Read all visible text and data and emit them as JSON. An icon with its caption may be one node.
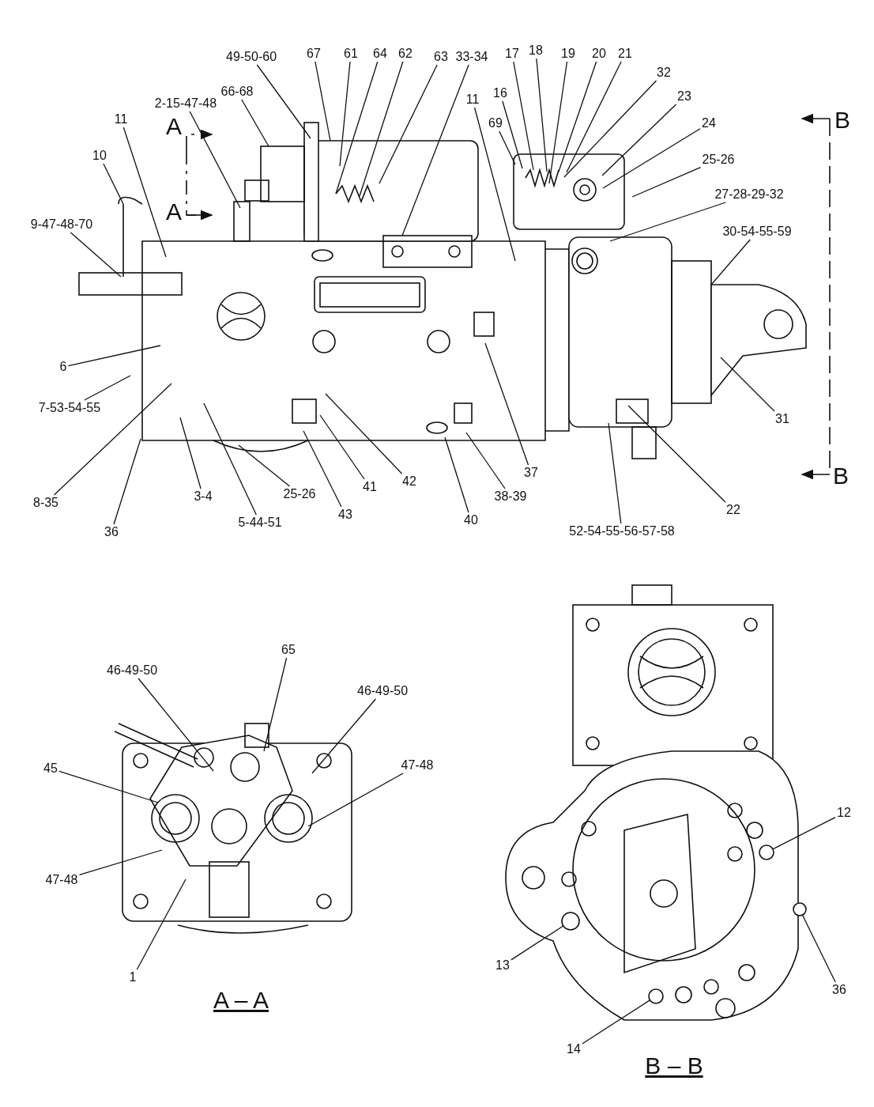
{
  "diagram": {
    "nodes": [
      {
        "text": [
          "49-50-60"
        ]
      },
      {
        "text": [
          "67"
        ]
      },
      {
        "text": [
          "61"
        ]
      },
      {
        "text": [
          "64"
        ]
      },
      {
        "text": [
          "62"
        ]
      },
      {
        "text": [
          "63"
        ]
      },
      {
        "text": [
          "33-34"
        ]
      },
      {
        "text": [
          "17"
        ]
      },
      {
        "text": [
          "18"
        ]
      },
      {
        "text": [
          "19"
        ]
      },
      {
        "text": [
          "20"
        ]
      },
      {
        "text": [
          "21"
        ]
      },
      {
        "text": [
          "32"
        ]
      },
      {
        "text": [
          "23"
        ]
      },
      {
        "text": [
          "24"
        ]
      },
      {
        "text": [
          "25-26"
        ]
      },
      {
        "text": [
          "16"
        ]
      },
      {
        "text": [
          "11"
        ]
      },
      {
        "text": [
          "69"
        ]
      },
      {
        "text": [
          "27-28-29-32"
        ]
      },
      {
        "text": [
          "30-54-55-59"
        ]
      },
      {
        "text": [
          "66-68"
        ]
      },
      {
        "text": [
          "2-15-47-48"
        ]
      },
      {
        "text": [
          "11"
        ]
      },
      {
        "text": [
          "10"
        ]
      },
      {
        "text": [
          "9-47-48-70"
        ]
      },
      {
        "text": [
          "6"
        ]
      },
      {
        "text": [
          "7-53-54-55"
        ]
      },
      {
        "text": [
          "8-35"
        ]
      },
      {
        "text": [
          "36"
        ]
      },
      {
        "text": [
          "3-4"
        ]
      },
      {
        "text": [
          "5-44-51"
        ]
      },
      {
        "text": [
          "25-26"
        ]
      },
      {
        "text": [
          "43"
        ]
      },
      {
        "text": [
          "41"
        ]
      },
      {
        "text": [
          "42"
        ]
      },
      {
        "text": [
          "40"
        ]
      },
      {
        "text": [
          "38-39"
        ]
      },
      {
        "text": [
          "37"
        ]
      },
      {
        "text": [
          "52-54-55-56-57-58"
        ]
      },
      {
        "text": [
          "22"
        ]
      },
      {
        "text": [
          "31"
        ]
      },
      {
        "text": [
          "65"
        ]
      },
      {
        "text": [
          "46-49-50"
        ]
      },
      {
        "text": [
          "46-49-50"
        ]
      },
      {
        "text": [
          "45"
        ]
      },
      {
        "text": [
          "47-48"
        ]
      },
      {
        "text": [
          "47-48"
        ]
      },
      {
        "text": [
          "1"
        ]
      },
      {
        "text": [
          "12"
        ]
      },
      {
        "text": [
          "13"
        ]
      },
      {
        "text": [
          "36"
        ]
      },
      {
        "text": [
          "14"
        ]
      },
      {
        "text": [],
        "shape": "circle"
      },
      {
        "text": [],
        "shape": "circle"
      },
      {
        "text": [],
        "shape": "circle"
      },
      {
        "text": [],
        "shape": "circle"
      }
    ],
    "edges": [
      {
        "from": 0,
        "to": null,
        "arrow": "none"
      },
      {
        "from": 1,
        "to": null,
        "arrow": "none"
      },
      {
        "from": 2,
        "to": null,
        "arrow": "none"
      },
      {
        "from": 3,
        "to": null,
        "arrow": "none"
      },
      {
        "from": 4,
        "to": null,
        "arrow": "none"
      },
      {
        "from": 5,
        "to": null,
        "arrow": "none"
      },
      {
        "from": 6,
        "to": null,
        "arrow": "none"
      },
      {
        "from": 7,
        "to": null,
        "arrow": "none"
      },
      {
        "from": 8,
        "to": null,
        "arrow": "none"
      },
      {
        "from": 9,
        "to": null,
        "arrow": "none"
      },
      {
        "from": 10,
        "to": null,
        "arrow": "none"
      },
      {
        "from": 11,
        "to": null,
        "arrow": "none"
      },
      {
        "from": 12,
        "to": null,
        "arrow": "none"
      },
      {
        "from": 13,
        "to": null,
        "arrow": "none"
      },
      {
        "from": 14,
        "to": null,
        "arrow": "none"
      },
      {
        "from": 15,
        "to": null,
        "arrow": "none"
      },
      {
        "from": 16,
        "to": null,
        "arrow": "none"
      },
      {
        "from": 17,
        "to": null,
        "arrow": "none"
      },
      {
        "from": 18,
        "to": null,
        "arrow": "none"
      },
      {
        "from": 19,
        "to": null,
        "arrow": "none"
      },
      {
        "from": 20,
        "to": null,
        "arrow": "none"
      },
      {
        "from": 21,
        "to": null,
        "arrow": "none"
      },
      {
        "from": 22,
        "to": null,
        "arrow": "none"
      },
      {
        "from": 23,
        "to": null,
        "arrow": "none"
      },
      {
        "from": 24,
        "to": null,
        "arrow": "none"
      },
      {
        "from": 25,
        "to": null,
        "arrow": "none"
      },
      {
        "from": 26,
        "to": null,
        "arrow": "none"
      },
      {
        "from": 27,
        "to": null,
        "arrow": "none"
      },
      {
        "from": 28,
        "to": null,
        "arrow": "none"
      },
      {
        "from": 29,
        "to": null,
        "arrow": "none"
      },
      {
        "from": 30,
        "to": null,
        "arrow": "none"
      },
      {
        "from": 31,
        "to": null,
        "arrow": "none"
      },
      {
        "from": 32,
        "to": null,
        "arrow": "none"
      },
      {
        "from": 33,
        "to": null,
        "arrow": "none"
      },
      {
        "from": 34,
        "to": null,
        "arrow": "none"
      },
      {
        "from": 35,
        "to": null,
        "arrow": "none"
      },
      {
        "from": 36,
        "to": null,
        "arrow": "none"
      },
      {
        "from": 37,
        "to": null,
        "arrow": "none"
      },
      {
        "from": 38,
        "to": null,
        "arrow": "none"
      },
      {
        "from": 39,
        "to": null,
        "arrow": "none"
      },
      {
        "from": 40,
        "to": null,
        "arrow": "none"
      },
      {
        "from": 41,
        "to": null,
        "arrow": "none"
      },
      {
        "from": 42,
        "to": null,
        "arrow": "none"
      },
      {
        "from": 43,
        "to": null,
        "arrow": "none"
      },
      {
        "from": 44,
        "to": null,
        "arrow": "none"
      },
      {
        "from": 45,
        "to": null,
        "arrow": "none"
      },
      {
        "from": 46,
        "to": null,
        "arrow": "none"
      },
      {
        "from": 47,
        "to": null,
        "arrow": "none"
      },
      {
        "from": 48,
        "to": null,
        "arrow": "none"
      },
      {
        "from": 49,
        "to": 53,
        "arrow": "none"
      },
      {
        "from": 50,
        "to": 54,
        "arrow": "none"
      },
      {
        "from": 51,
        "to": 55,
        "arrow": "none"
      },
      {
        "from": 52,
        "to": 56,
        "arrow": "none"
      }
    ],
    "labels": [
      "A",
      "B",
      "A",
      "B",
      "A – A",
      "B – B"
    ]
  }
}
